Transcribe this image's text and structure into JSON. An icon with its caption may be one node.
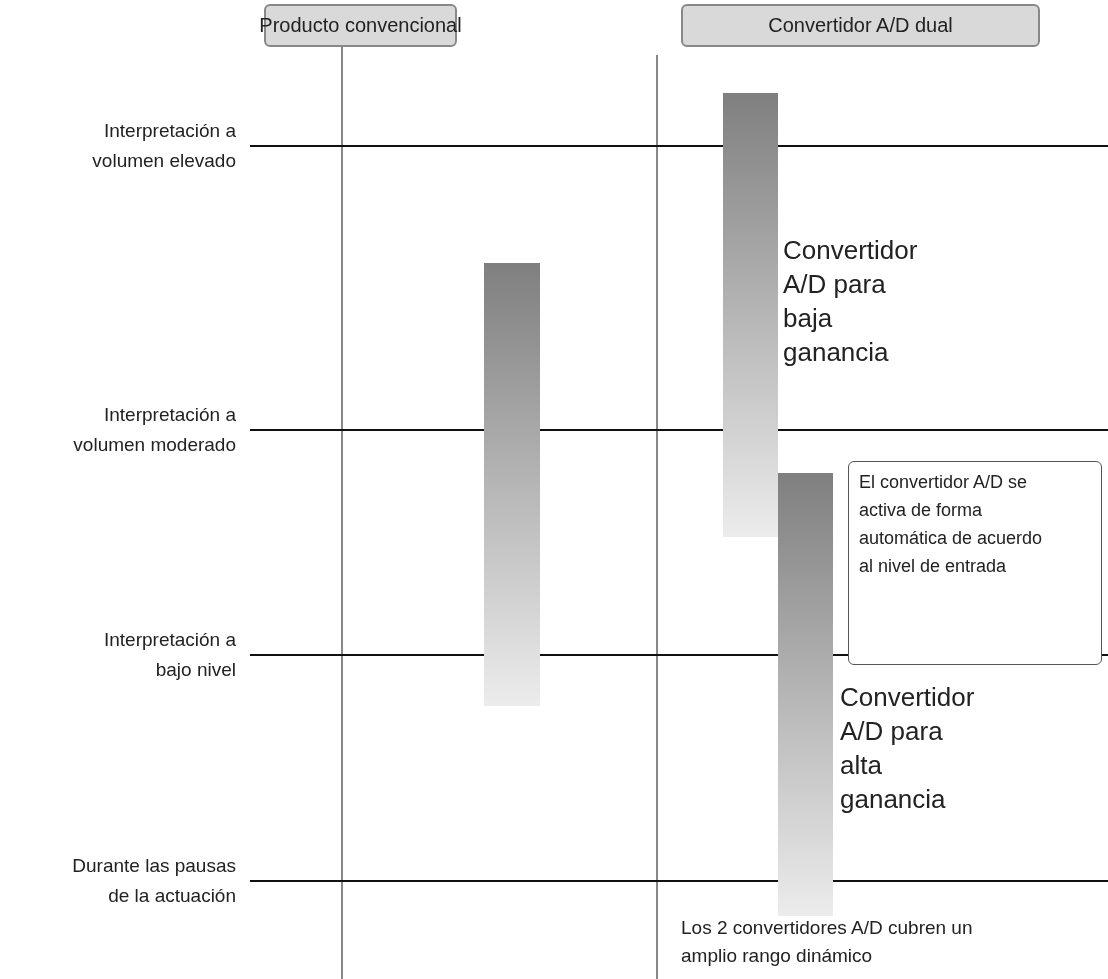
{
  "diagram": {
    "nodes": [
      {
        "text": [
          "Producto convencional"
        ]
      },
      {
        "text": [
          "Convertidor A/D dual"
        ]
      },
      {
        "text": [],
        "shape": "bar",
        "beside": [
          "Convertidor A/D para baja ganancia"
        ]
      },
      {
        "text": [],
        "shape": "bar"
      },
      {
        "text": [],
        "shape": "bar",
        "beside": [
          "Convertidor A/D para alta ganancia"
        ]
      },
      {
        "text": [
          "El convertidor A/D se activa de forma automática de acuerdo al nivel de entrada"
        ]
      }
    ],
    "edges": [],
    "labels": [
      "Interpretación a volumen elevado",
      "Interpretación a volumen moderado",
      "Interpretación a bajo nivel",
      "Durante las pausas de la actuación",
      "Los 2 convertidores A/D cubren un amplio rango dinámico"
    ]
  }
}
